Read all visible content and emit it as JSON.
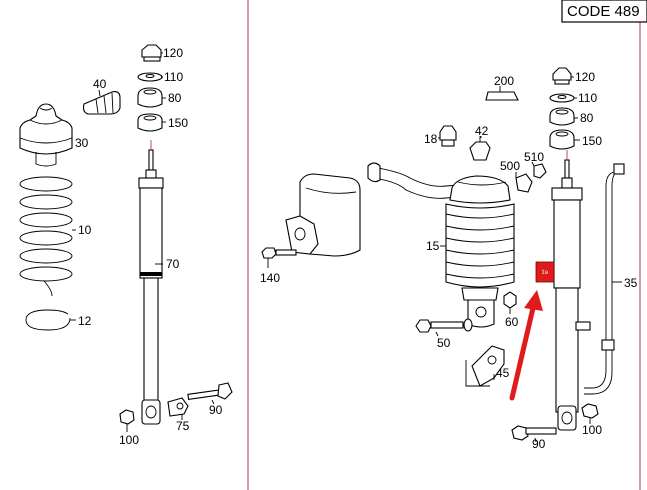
{
  "header": {
    "code_label": "CODE 489"
  },
  "callouts": {
    "left": {
      "c120": "120",
      "c110": "110",
      "c80": "80",
      "c150": "150",
      "c40": "40",
      "c30": "30",
      "c10": "10",
      "c12": "12",
      "c70": "70",
      "c90": "90",
      "c100": "100",
      "c75": "75"
    },
    "right": {
      "c200": "200",
      "c120": "120",
      "c110": "110",
      "c80": "80",
      "c150": "150",
      "c18": "18",
      "c42": "42",
      "c500": "500",
      "c510": "510",
      "c15": "15",
      "c140": "140",
      "c35": "35",
      "c60": "60",
      "c50": "50",
      "c45": "45",
      "c90": "90",
      "c100": "100"
    }
  },
  "highlight": {
    "marker_text": "¹⁹",
    "marker_color": "#e01b1b",
    "arrow_color": "#e01b1b"
  },
  "colors": {
    "divider": "#b23a4a",
    "line": "#000000"
  }
}
